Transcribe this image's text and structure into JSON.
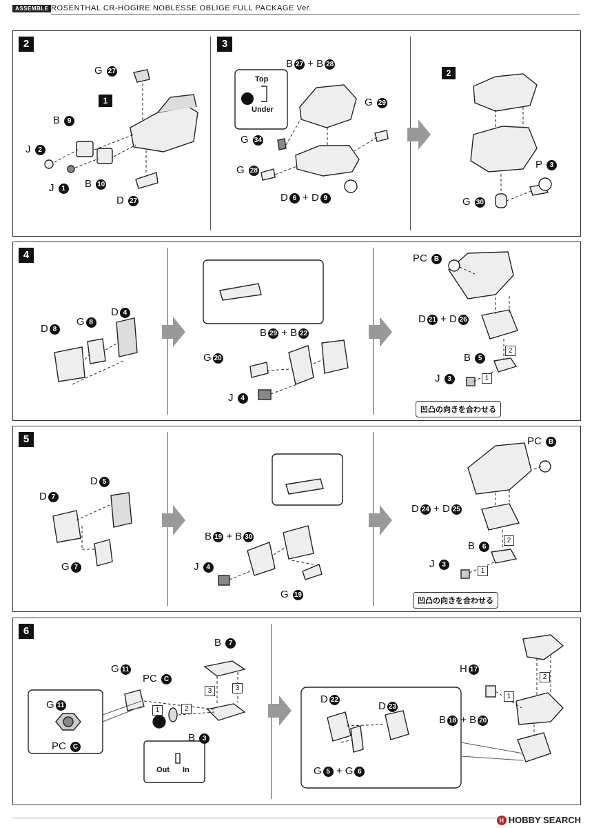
{
  "header": {
    "tag": "ASSEMBLE",
    "title": "ROSENTHAL CR-HOGIRE NOBLESSE OBLIGE FULL PACKAGE Ver."
  },
  "steps": {
    "s2": {
      "num": "2",
      "ref": "1",
      "labels": [
        {
          "t": "G",
          "n": "27"
        },
        {
          "t": "B",
          "n": "9"
        },
        {
          "t": "J",
          "n": "2"
        },
        {
          "t": "J",
          "n": "1"
        },
        {
          "t": "B",
          "n": "10"
        },
        {
          "t": "D",
          "n": "27"
        }
      ]
    },
    "s3": {
      "num": "3",
      "ref": "2",
      "top": "Top",
      "under": "Under",
      "labels": [
        {
          "t": "B",
          "n": "27"
        },
        {
          "t": "B",
          "n": "28"
        },
        {
          "t": "G",
          "n": "29"
        },
        {
          "t": "G",
          "n": "34"
        },
        {
          "t": "G",
          "n": "28"
        },
        {
          "t": "D",
          "n": "6"
        },
        {
          "t": "D",
          "n": "9"
        },
        {
          "t": "P",
          "n": "3"
        },
        {
          "t": "G",
          "n": "30"
        }
      ]
    },
    "s4": {
      "num": "4",
      "labels": [
        {
          "t": "D",
          "n": "8"
        },
        {
          "t": "G",
          "n": "8"
        },
        {
          "t": "D",
          "n": "4"
        },
        {
          "t": "B",
          "n": "29"
        },
        {
          "t": "B",
          "n": "22"
        },
        {
          "t": "G",
          "n": "20"
        },
        {
          "t": "J",
          "n": "4"
        },
        {
          "t": "PC",
          "n": "B"
        },
        {
          "t": "D",
          "n": "21"
        },
        {
          "t": "D",
          "n": "26"
        },
        {
          "t": "B",
          "n": "5"
        },
        {
          "t": "J",
          "n": "3"
        }
      ],
      "note": "凹凸の向きを合わせる"
    },
    "s5": {
      "num": "5",
      "labels": [
        {
          "t": "D",
          "n": "7"
        },
        {
          "t": "D",
          "n": "5"
        },
        {
          "t": "G",
          "n": "7"
        },
        {
          "t": "B",
          "n": "19"
        },
        {
          "t": "B",
          "n": "30"
        },
        {
          "t": "J",
          "n": "4"
        },
        {
          "t": "G",
          "n": "19"
        },
        {
          "t": "PC",
          "n": "B"
        },
        {
          "t": "D",
          "n": "24"
        },
        {
          "t": "D",
          "n": "25"
        },
        {
          "t": "B",
          "n": "6"
        },
        {
          "t": "J",
          "n": "3"
        }
      ],
      "note": "凹凸の向きを合わせる"
    },
    "s6": {
      "num": "6",
      "labels": [
        {
          "t": "G",
          "n": "11"
        },
        {
          "t": "PC",
          "n": "C"
        },
        {
          "t": "B",
          "n": "7"
        },
        {
          "t": "G",
          "n": "11"
        },
        {
          "t": "PC",
          "n": "C"
        },
        {
          "t": "B",
          "n": "3"
        },
        {
          "t": "D",
          "n": "22"
        },
        {
          "t": "D",
          "n": "23"
        },
        {
          "t": "G",
          "n": "5"
        },
        {
          "t": "G",
          "n": "6"
        },
        {
          "t": "H",
          "n": "17"
        },
        {
          "t": "B",
          "n": "18"
        },
        {
          "t": "B",
          "n": "20"
        }
      ],
      "out": "Out",
      "in": "In"
    }
  },
  "sub_steps": {
    "one": "1",
    "two": "2",
    "three": "3"
  },
  "plus": "+",
  "footer": {
    "text": "HOBBY SEARCH"
  }
}
